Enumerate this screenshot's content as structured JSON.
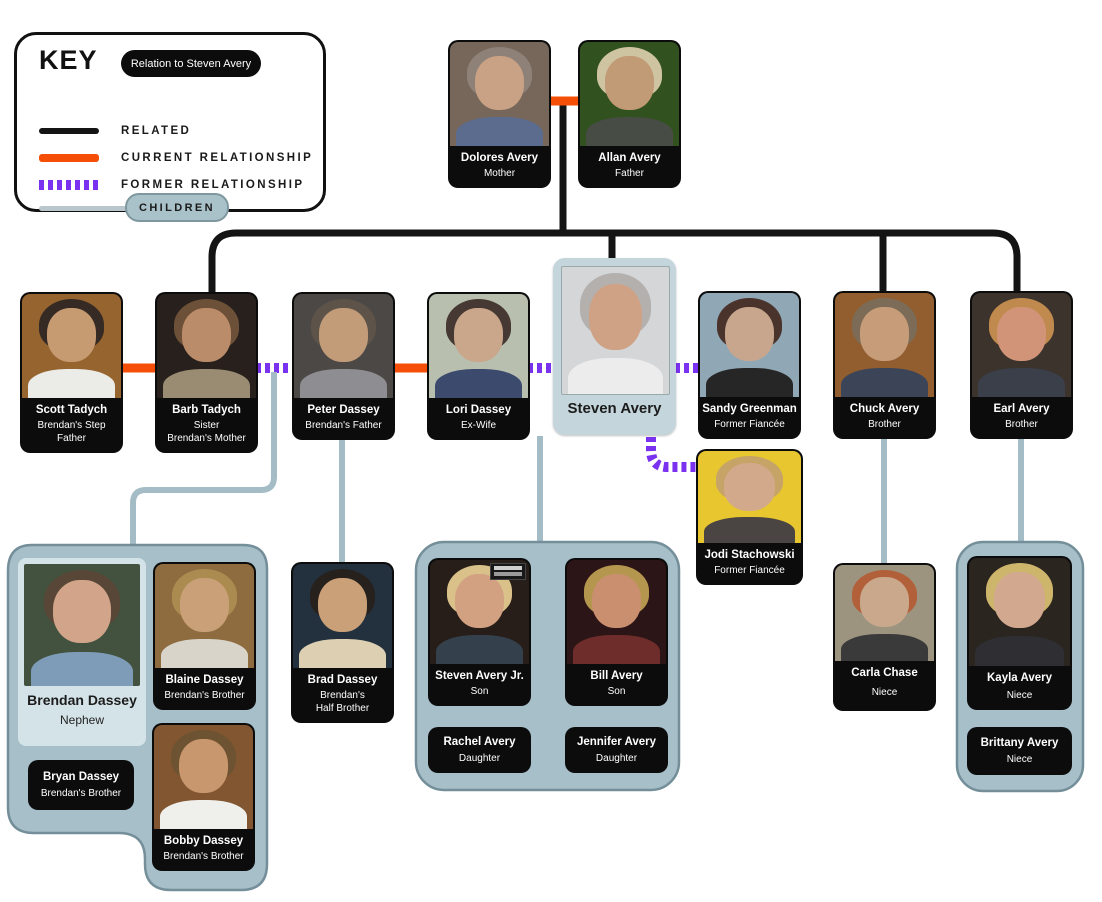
{
  "key": {
    "title": "KEY",
    "badge": "Relation to Steven Avery",
    "items": [
      {
        "label": "RELATED",
        "color": "#141414"
      },
      {
        "label": "CURRENT RELATIONSHIP",
        "color": "#f54e07"
      },
      {
        "label": "FORMER RELATIONSHIP",
        "color": "#7b32f0"
      },
      {
        "label": "CHILDREN",
        "color": "#a4bcc5"
      }
    ]
  },
  "people": {
    "dolores": {
      "name": "Dolores Avery",
      "relation": "Mother"
    },
    "allan": {
      "name": "Allan Avery",
      "relation": "Father"
    },
    "scott": {
      "name": "Scott Tadych",
      "relation": "Brendan's Step Father"
    },
    "barb": {
      "name": "Barb Tadych",
      "relation": "Sister",
      "relation2": "Brendan's Mother"
    },
    "peter": {
      "name": "Peter Dassey",
      "relation": "Brendan's Father"
    },
    "lori": {
      "name": "Lori Dassey",
      "relation": "Ex-Wife"
    },
    "steven": {
      "name": "Steven Avery"
    },
    "sandy": {
      "name": "Sandy Greenman",
      "relation": "Former Fiancée"
    },
    "chuck": {
      "name": "Chuck Avery",
      "relation": "Brother"
    },
    "earl": {
      "name": "Earl Avery",
      "relation": "Brother"
    },
    "jodi": {
      "name": "Jodi Stachowski",
      "relation": "Former Fiancée"
    },
    "brendan": {
      "name": "Brendan Dassey",
      "relation": "Nephew"
    },
    "blaine": {
      "name": "Blaine Dassey",
      "relation": "Brendan's Brother"
    },
    "bryan": {
      "name": "Bryan Dassey",
      "relation": "Brendan's Brother"
    },
    "bobby": {
      "name": "Bobby Dassey",
      "relation": "Brendan's Brother"
    },
    "brad": {
      "name": "Brad Dassey",
      "relation": "Brendan's",
      "relation2": "Half Brother"
    },
    "steven_jr": {
      "name": "Steven Avery Jr.",
      "relation": "Son"
    },
    "bill": {
      "name": "Bill Avery",
      "relation": "Son"
    },
    "rachel": {
      "name": "Rachel Avery",
      "relation": "Daughter"
    },
    "jennifer": {
      "name": "Jennifer Avery",
      "relation": "Daughter"
    },
    "carla": {
      "name": "Carla Chase",
      "relation": "Niece"
    },
    "kayla": {
      "name": "Kayla Avery",
      "relation": "Niece"
    },
    "brittany": {
      "name": "Brittany Avery",
      "relation": "Niece"
    }
  }
}
